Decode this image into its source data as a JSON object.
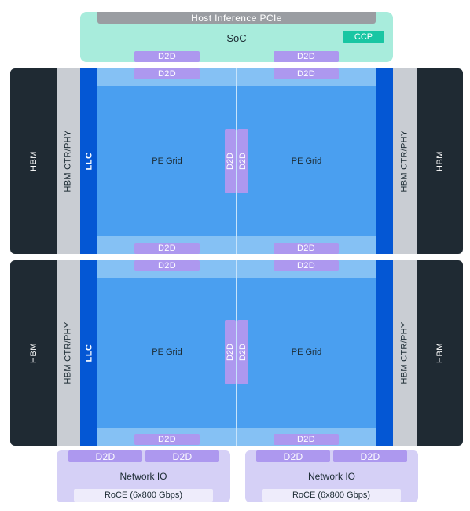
{
  "soc": {
    "pcie_label": "Host Inference PCIe",
    "label": "SoC",
    "ccp_label": "CCP",
    "d2d_labels": [
      "D2D",
      "D2D"
    ]
  },
  "dies": [
    {
      "hbm_left": "HBM",
      "ctr_left": "HBM CTR/PHY",
      "llc": "LLC",
      "pe_left": "PE Grid",
      "pe_right": "PE Grid",
      "center_d2d": [
        "D2D",
        "D2D"
      ],
      "ctr_right": "HBM CTR/PHY",
      "hbm_right": "HBM",
      "top_d2d": [
        "D2D",
        "D2D"
      ],
      "bottom_d2d": [
        "D2D",
        "D2D"
      ]
    },
    {
      "hbm_left": "HBM",
      "ctr_left": "HBM CTR/PHY",
      "llc": "LLC",
      "pe_left": "PE Grid",
      "pe_right": "PE Grid",
      "center_d2d": [
        "D2D",
        "D2D"
      ],
      "ctr_right": "HBM CTR/PHY",
      "hbm_right": "HBM",
      "top_d2d": [
        "D2D",
        "D2D"
      ],
      "bottom_d2d": [
        "D2D",
        "D2D"
      ]
    }
  ],
  "network_io": [
    {
      "d2d": [
        "D2D",
        "D2D"
      ],
      "label": "Network IO",
      "roce": "RoCE (6x800 Gbps)"
    },
    {
      "d2d": [
        "D2D",
        "D2D"
      ],
      "label": "Network IO",
      "roce": "RoCE (6x800 Gbps)"
    }
  ]
}
